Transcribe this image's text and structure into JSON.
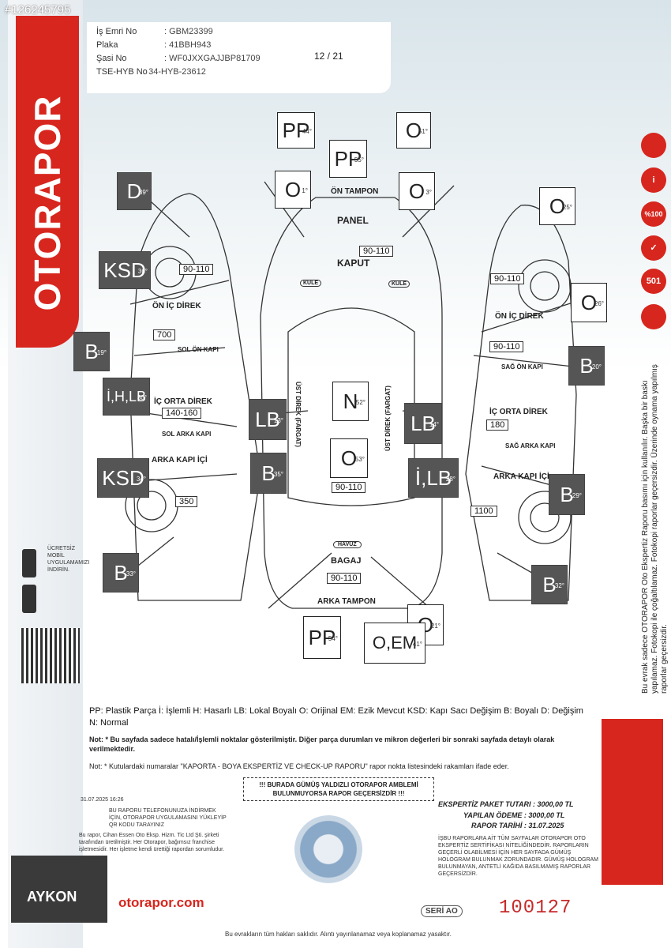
{
  "watermark": "#126245795",
  "brand": "OTORAPOR",
  "header": {
    "rows": [
      {
        "label": "İş Emri No",
        "value": ": GBM23399"
      },
      {
        "label": "Plaka",
        "value": ": 41BBH943"
      },
      {
        "label": "Şasi No",
        "value": ": WF0JXXGAJJBP81709"
      },
      {
        "label": "TSE-HYB No",
        "value": ": 34-HYB-23612"
      }
    ],
    "page": "12 / 21"
  },
  "diagram": {
    "boxes": [
      {
        "code": "PP",
        "deg": "44°",
        "dark": false
      },
      {
        "code": "O",
        "deg": "51°",
        "dark": false
      },
      {
        "code": "PP",
        "deg": "55°",
        "dark": false
      },
      {
        "code": "O",
        "deg": "1°",
        "dark": false
      },
      {
        "code": "O",
        "deg": "3°",
        "dark": false
      },
      {
        "code": "D",
        "deg": "39°",
        "dark": true
      },
      {
        "code": "O",
        "deg": "25°",
        "dark": false
      },
      {
        "code": "KSD",
        "deg": "36°",
        "dark": true
      },
      {
        "code": "O",
        "deg": "26°",
        "dark": false
      },
      {
        "code": "B",
        "deg": "19°",
        "dark": true
      },
      {
        "code": "B",
        "deg": "20°",
        "dark": true
      },
      {
        "code": "İ,H,LB",
        "deg": "30°",
        "dark": true
      },
      {
        "code": "N",
        "deg": "52°",
        "dark": false
      },
      {
        "code": "LB",
        "deg": "13°",
        "dark": true
      },
      {
        "code": "LB",
        "deg": "14°",
        "dark": true
      },
      {
        "code": "O",
        "deg": "53°",
        "dark": false
      },
      {
        "code": "KSD",
        "deg": "34°",
        "dark": true
      },
      {
        "code": "B",
        "deg": "35°",
        "dark": true
      },
      {
        "code": "İ,LB",
        "deg": "28°",
        "dark": true
      },
      {
        "code": "B",
        "deg": "29°",
        "dark": true
      },
      {
        "code": "B",
        "deg": "33°",
        "dark": true
      },
      {
        "code": "B",
        "deg": "32°",
        "dark": true
      },
      {
        "code": "O",
        "deg": "21°",
        "dark": false
      },
      {
        "code": "PP",
        "deg": "54°",
        "dark": false
      },
      {
        "code": "O,EM",
        "deg": "41°",
        "dark": false
      }
    ],
    "values": [
      "90-110",
      "90-110",
      "90-110",
      "700",
      "90-110",
      "140-160",
      "180",
      "90-110",
      "350",
      "1100",
      "90-110"
    ],
    "labels": [
      "ÖN TAMPON",
      "PANEL",
      "KAPUT",
      "ÖN İÇ DİREK",
      "ÖN İÇ DİREK",
      "SOL ÖN KAPI",
      "SAĞ ÖN KAPI",
      "İÇ ORTA DİREK",
      "İÇ ORTA DİREK",
      "SOL ARKA KAPI",
      "SAĞ ARKA KAPI",
      "ARKA KAPI İÇİ",
      "ARKA KAPI İÇİ",
      "BAGAJ",
      "ARKA TAMPON",
      "HAVUZ",
      "KULE",
      "KULE",
      "ÜST DİREK (FARGAT)",
      "ÜST DİREK (FARGAT)"
    ]
  },
  "legend": {
    "text": "PP: Plastik Parça İ: İşlemli H: Hasarlı LB: Lokal Boyalı O: Orijinal EM: Ezik Mevcut KSD: Kapı Sacı Değişim B: Boyalı D: Değişim N: Normal",
    "note1": "Not: * Bu sayfada sadece hatalı/İşlemli noktalar gösterilmiştir. Diğer parça durumları ve mikron değerleri bir sonraki sayfada detaylı olarak verilmektedir.",
    "note2": "Not: * Kutulardaki numaralar \"KAPORTA - BOYA EKSPERTİZ VE CHECK-UP RAPORU\" rapor nokta listesindeki rakamları ifade eder."
  },
  "gumus": "!!! BURADA GÜMÜŞ YALDIZLI OTORAPOR AMBLEMİ BULUNMUYORSA RAPOR GEÇERSİZDİR !!!",
  "payment": {
    "paket": "EKSPERTİZ PAKET TUTARI : 3000,00 TL",
    "odeme": "YAPILAN ÖDEME : 3000,00 TL",
    "tarih": "RAPOR TARİHİ : 31.07.2025"
  },
  "small": {
    "date": "31.07.2025 16:26",
    "app": "BU RAPORU TELEFONUNUZA İNDİRMEK İÇİN, OTORAPOR UYGULAMASINI YÜKLEYİP QR KODU TARAYINIZ",
    "company": "Bu rapor, Cihan Essen Oto Eksp. Hizm. Tic Ltd Şti. şirketi tarafından üretilmiştir. Her Otorapor, bağımsız franchise işletmesidir. Her işletme kendi ürettiği rapordan sorumludur.",
    "cert": "İŞBU RAPORLARA AİT TÜM SAYFALAR OTORAPOR OTO EKSPERTİZ SERTİFİKASI NİTELİĞİNDEDİR. RAPORLARIN GEÇERLİ OLABİLMESİ İÇİN HER SAYFADA GÜMÜŞ HOLOGRAM BULUNMAK ZORUNDADIR. GÜMÜŞ HOLOGRAM BULUNMAYAN, ANTETLİ KAĞIDA BASILMAMIŞ RAPORLAR GEÇERSİZDİR.",
    "store": "ÜCRETSİZ MOBİL UYGULAMAMIZI İNDİRİN."
  },
  "vertical_note": "Bu evrak sadece OTORAPOR Oto Ekspertiz Raporu basımı için kullanılır. Başka bir baskı yapılamaz. Fotokopi ile çoğaltılamaz. Fotokopi raporlar geçersizdir. Üzerinde oynama yapılmış raporlar geçersizdir.",
  "badges": [
    "i",
    "%100",
    "501",
    "✓"
  ],
  "footer": {
    "aykon": "AYKON",
    "link": "otorapor.com",
    "seri": "SERİ AO",
    "serial": "100127",
    "rights": "Bu evrakların tüm hakları saklıdır. Alıntı yayınlanamaz veya koplanamaz yasaktır."
  }
}
